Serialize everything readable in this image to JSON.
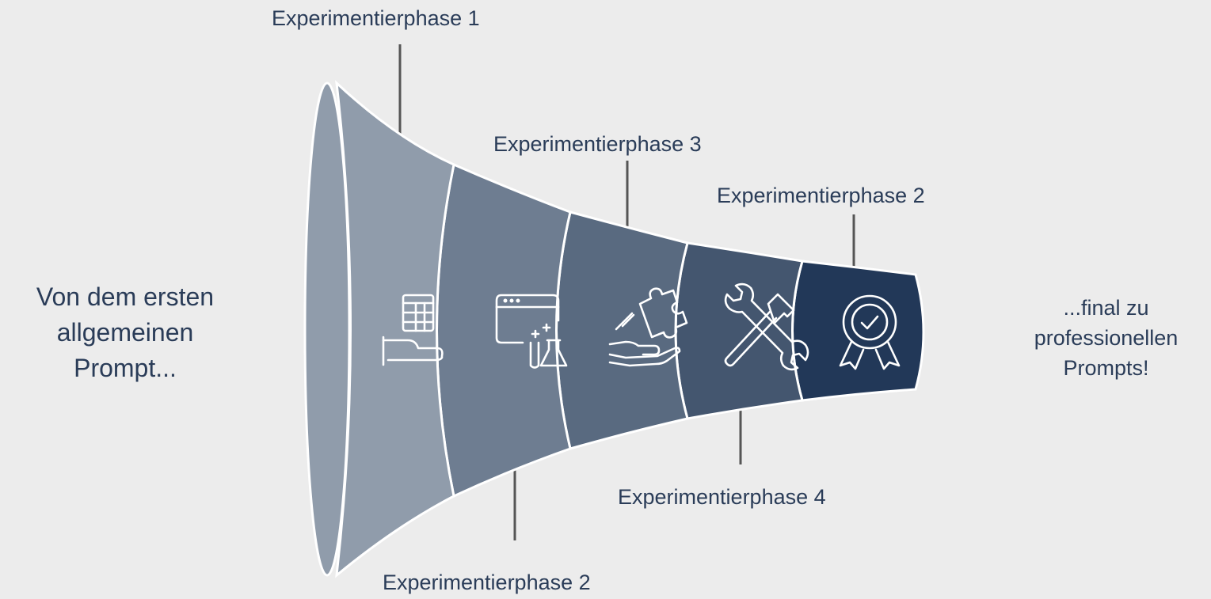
{
  "left_text": {
    "line1": "Von dem ersten",
    "line2": "allgemeinen",
    "line3": "Prompt..."
  },
  "right_text": {
    "line1": "...final zu",
    "line2": "professionellen",
    "line3": "Prompts!"
  },
  "phase_labels": {
    "top_1": "Experimentierphase 1",
    "top_3": "Experimentierphase 3",
    "top_2": "Experimentierphase 2",
    "bottom_4": "Experimentierphase 4",
    "bottom_2": "Experimentierphase 2"
  },
  "segments": [
    {
      "name": "segment-1",
      "color": "#909cab",
      "icon": "spreadsheet-on-hand-icon"
    },
    {
      "name": "segment-2",
      "color": "#6e7d91",
      "icon": "browser-lab-flask-icon"
    },
    {
      "name": "segment-3",
      "color": "#596a80",
      "icon": "puzzle-piece-hand-icon"
    },
    {
      "name": "segment-4",
      "color": "#44566f",
      "icon": "wrench-hammer-tools-icon"
    },
    {
      "name": "segment-5",
      "color": "#223858",
      "icon": "award-badge-check-icon"
    }
  ],
  "colors": {
    "background": "#ececec",
    "text": "#2a3c58",
    "connector": "#555555",
    "outline": "#ffffff"
  }
}
